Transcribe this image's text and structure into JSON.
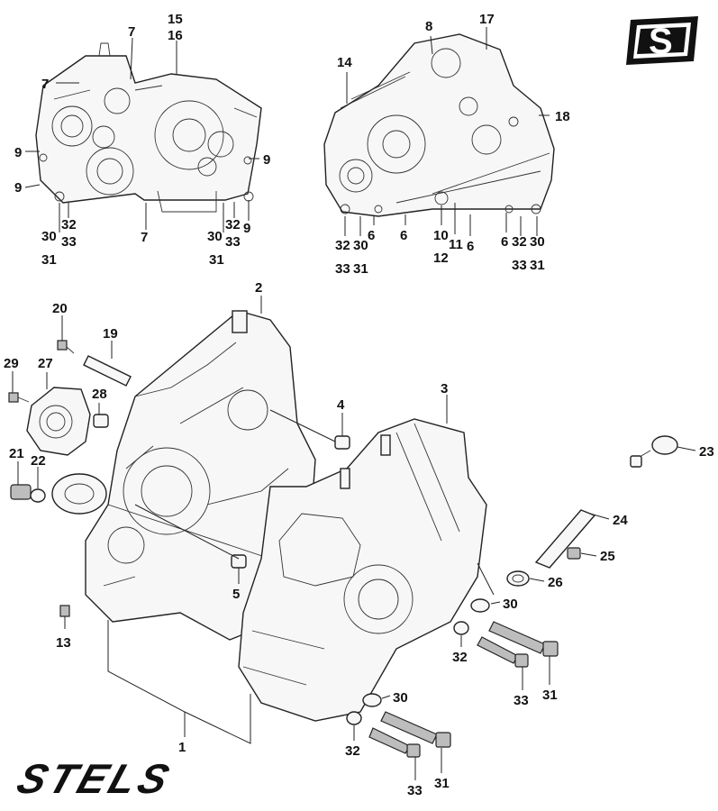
{
  "brand": {
    "wordmark": "STELS",
    "badge_letter": "S"
  },
  "callouts": {
    "c1": "1",
    "c2": "2",
    "c3": "3",
    "c4": "4",
    "c5": "5",
    "c6": "6",
    "c7": "7",
    "c8": "8",
    "c9": "9",
    "c10": "10",
    "c11": "11",
    "c12": "12",
    "c13": "13",
    "c14": "14",
    "c15": "15",
    "c16": "16",
    "c17": "17",
    "c18": "18",
    "c19": "19",
    "c20": "20",
    "c21": "21",
    "c22": "22",
    "c23": "23",
    "c24": "24",
    "c25": "25",
    "c26": "26",
    "c27": "27",
    "c28": "28",
    "c29": "29",
    "c30": "30",
    "c31": "31",
    "c32": "32",
    "c33": "33"
  }
}
